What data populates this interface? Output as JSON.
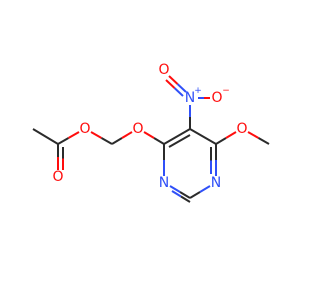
{
  "colors": {
    "bond": "#2b2b2b",
    "oxygen": "#ff0d0d",
    "nitrogen": "#3050f8"
  },
  "atoms": {
    "o_ester_single": "O",
    "o_carbonyl": "O",
    "o_ether": "O",
    "o_methoxy": "O",
    "n_nitro": "N",
    "n_nitro_charge": "+",
    "o_nitro_minus": "O",
    "o_nitro_minus_charge": "−",
    "o_nitro_double": "O",
    "n_ring_left": "N",
    "n_ring_right": "N"
  }
}
